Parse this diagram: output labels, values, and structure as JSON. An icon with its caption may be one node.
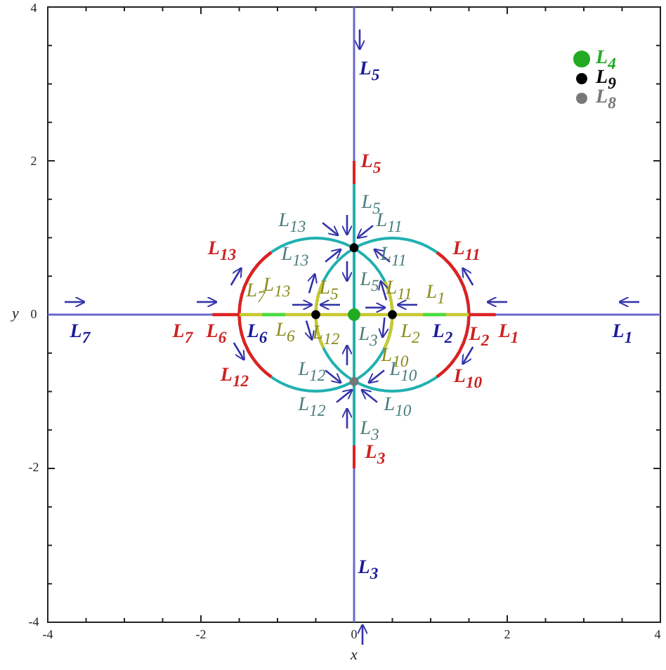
{
  "diagram": {
    "labels": [
      "L$_{5}$",
      "L$_{5}$",
      "L$_{5}$",
      "L$_{13}$",
      "L$_{11}$",
      "L$_{13}$",
      "L$_{13}$",
      "L$_{11}$",
      "L$_{11}$",
      "L$_{7}$",
      "L$_{13}$",
      "L$_{5}$",
      "L$_{5}$",
      "L$_{11}$",
      "L$_{1}$",
      "L$_{7}$",
      "L$_{7}$",
      "L$_{6}$",
      "L$_{6}$",
      "L$_{6}$",
      "L$_{12}$",
      "L$_{3}$",
      "L$_{2}$",
      "L$_{2}$",
      "L$_{2}$",
      "L$_{1}$",
      "L$_{1}$",
      "L$_{10}$",
      "L$_{12}$",
      "L$_{12}$",
      "L$_{10}$",
      "L$_{10}$",
      "L$_{12}$",
      "L$_{10}$",
      "L$_{3}$",
      "L$_{3}$",
      "L$_{3}$",
      "4",
      "2",
      "0",
      "-2",
      "-4",
      "y",
      "-4",
      "-2",
      "0",
      "2",
      "4",
      "x"
    ],
    "legend": [
      {
        "text": "L$_{4}$",
        "color": "#22aa22"
      },
      {
        "text": "L$_{9}$",
        "color": "#000000"
      },
      {
        "text": "L$_{8}$",
        "color": "#777777"
      }
    ]
  }
}
